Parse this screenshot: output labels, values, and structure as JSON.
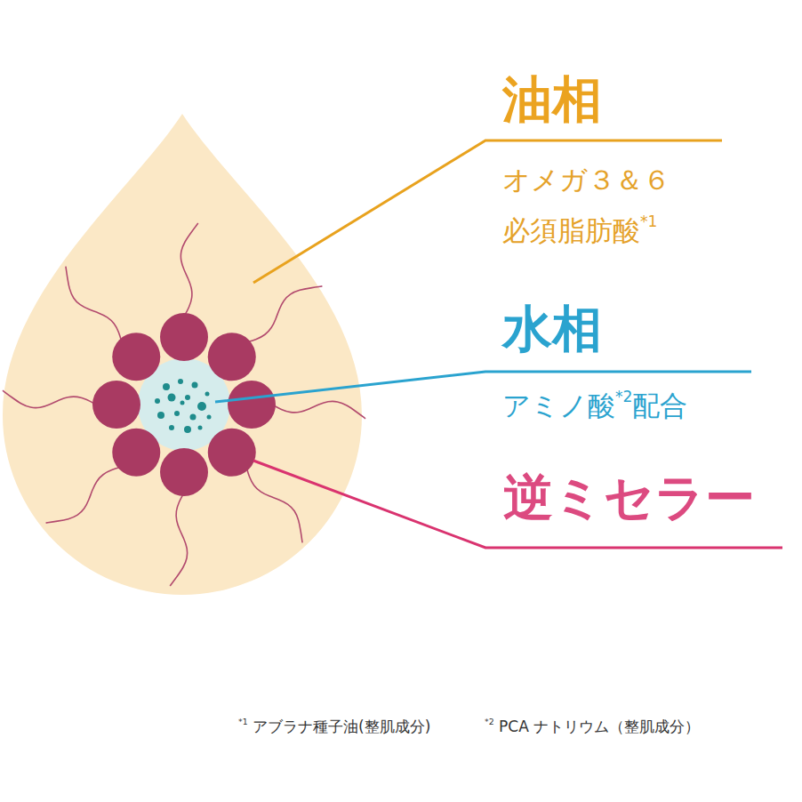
{
  "diagram": {
    "labels": [
      "油相",
      "オメガ３＆６ 必須脂肪酸*1",
      "水相",
      "アミノ酸*2配合",
      "逆ミセラー",
      "*1 アブラナ種子油(整肌成分)",
      "*2 PCA ナトリウム（整肌成分）"
    ]
  }
}
